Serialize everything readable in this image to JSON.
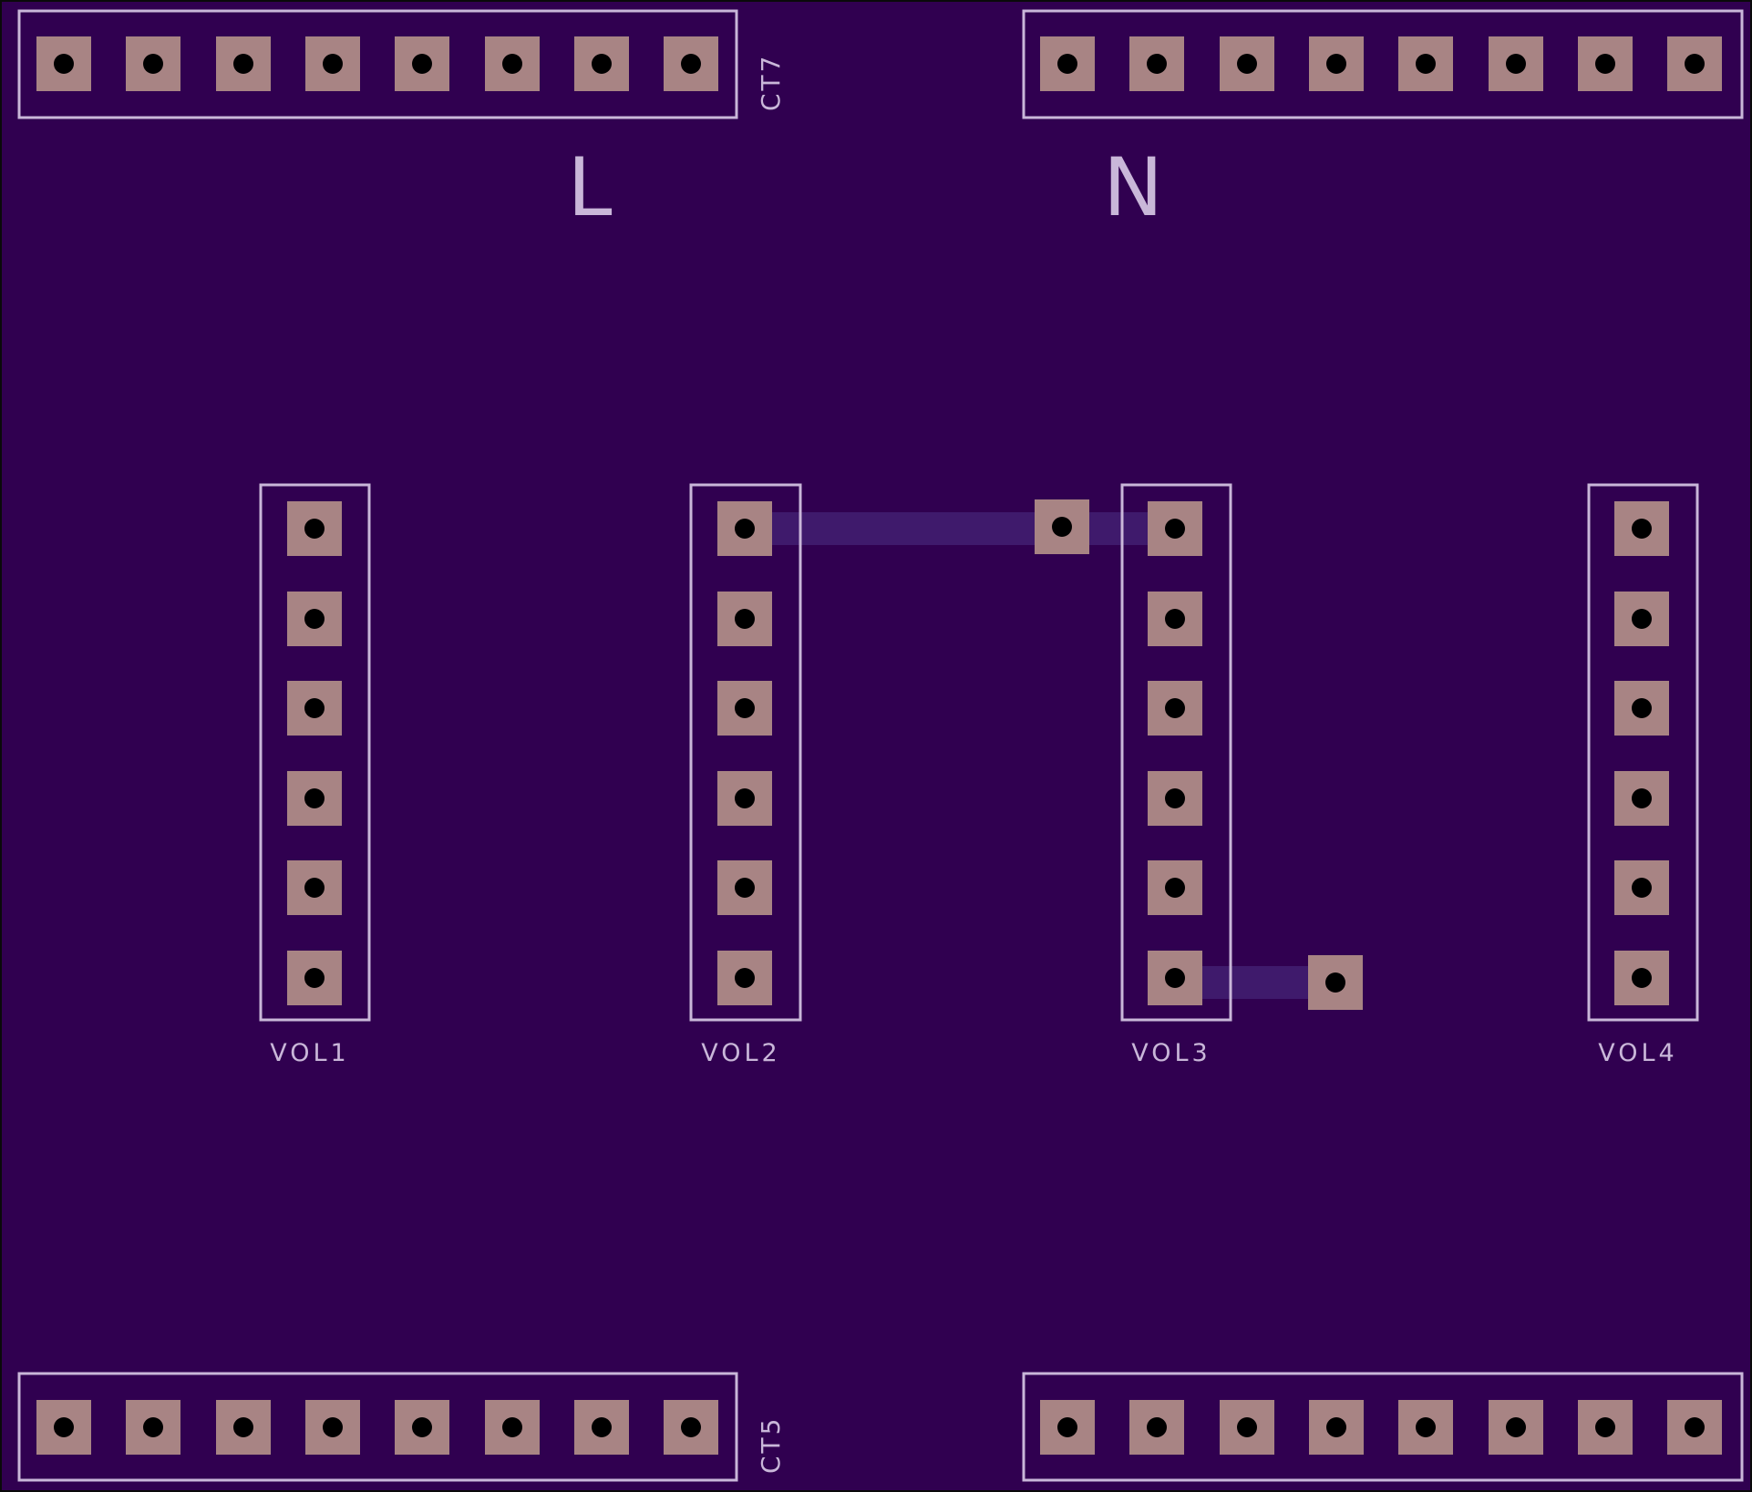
{
  "board": {
    "background_color": "#300050",
    "border_color": "#0a0a0a",
    "silkscreen_color": "#c9b7d9",
    "pad_color": "#a88484",
    "trace_color": "#3f1a6c"
  },
  "labels": {
    "L": "L",
    "N": "N",
    "CT7": "CT7",
    "CT5": "CT5",
    "VOL1": "VOL1",
    "VOL2": "VOL2",
    "VOL3": "VOL3",
    "VOL4": "VOL4"
  },
  "headers": [
    {
      "id": "CT7",
      "pins": 8
    },
    {
      "id": "top-right",
      "pins": 8
    },
    {
      "id": "CT5",
      "pins": 8
    },
    {
      "id": "bottom-right",
      "pins": 8
    }
  ],
  "vol_headers": [
    {
      "id": "VOL1",
      "pins": 6
    },
    {
      "id": "VOL2",
      "pins": 6
    },
    {
      "id": "VOL3",
      "pins": 6
    },
    {
      "id": "VOL4",
      "pins": 6
    }
  ],
  "extra_pads": 2,
  "traces": 2
}
